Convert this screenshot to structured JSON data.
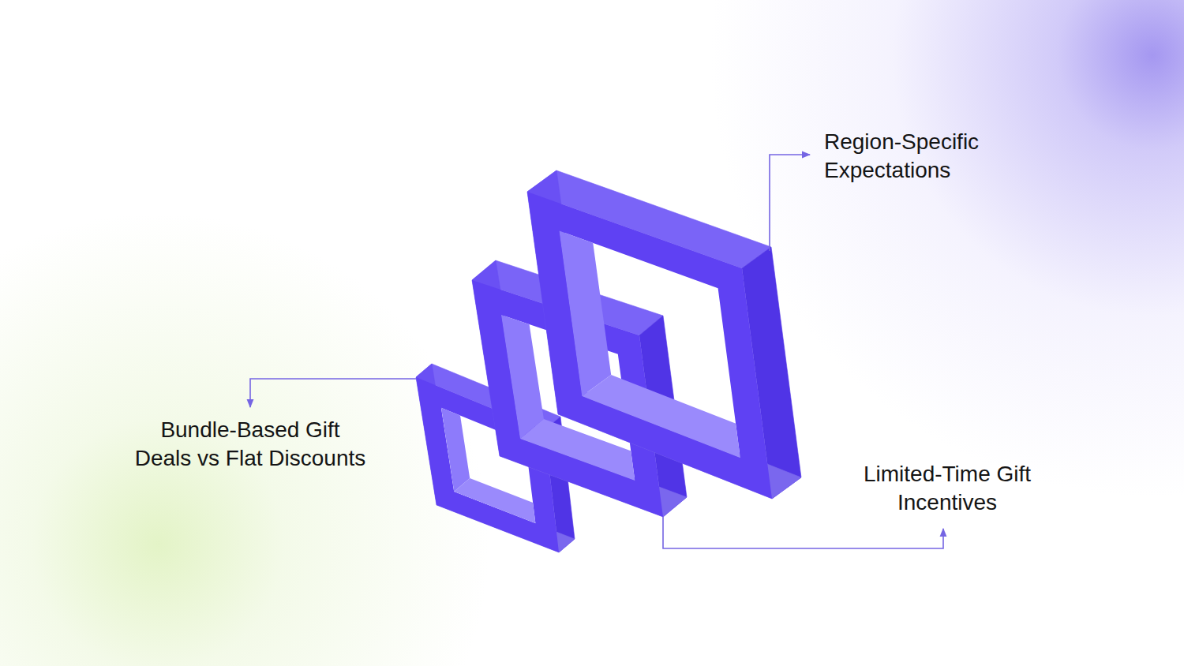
{
  "diagram": {
    "labels": [
      "Region-Specific Expectations",
      "Bundle-Based Gift Deals vs Flat Discounts",
      "Limited-Time Gift Incentives"
    ]
  }
}
